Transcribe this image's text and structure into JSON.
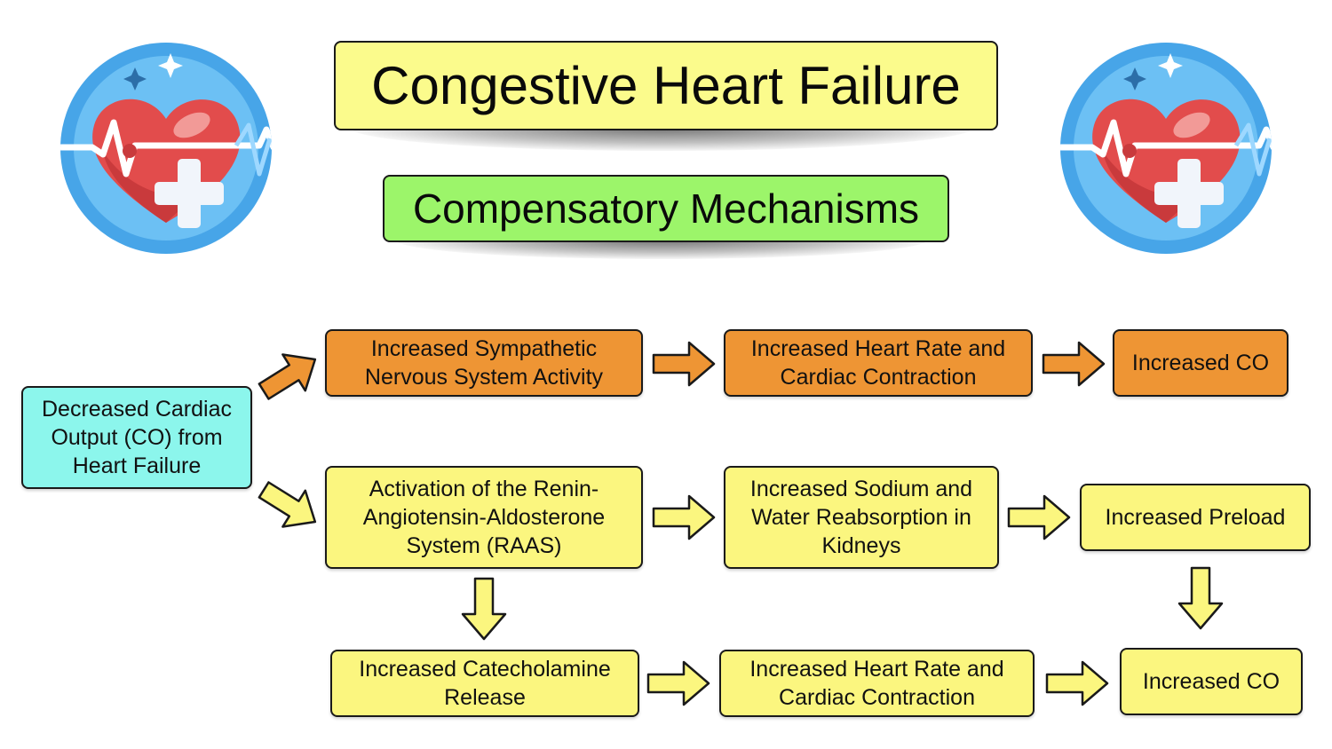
{
  "title": "Congestive Heart Failure",
  "subtitle": "Compensatory Mechanisms",
  "colors": {
    "title_bg": "#fbfb8c",
    "subtitle_bg": "#9cf56a",
    "orange": "#ee9534",
    "yellow": "#fbf67f",
    "cyan": "#8cf6ec",
    "icon_circle": "#47a5e8",
    "heart": "#e24c4c"
  },
  "icons": [
    "heart-pulse-cross-icon",
    "heart-pulse-cross-icon"
  ],
  "nodes": {
    "start": "Decreased Cardiac\nOutput (CO) from\nHeart Failure",
    "sns": "Increased Sympathetic\nNervous System Activity",
    "hr1": "Increased Heart Rate and\nCardiac Contraction",
    "co1": "Increased CO",
    "raas": "Activation of the Renin-\nAngiotensin-Aldosterone\nSystem (RAAS)",
    "sodium": "Increased Sodium and\nWater Reabsorption in\nKidneys",
    "preload": "Increased Preload",
    "catechol": "Increased Catecholamine\nRelease",
    "hr2": "Increased Heart Rate and\nCardiac Contraction",
    "co2": "Increased CO"
  }
}
